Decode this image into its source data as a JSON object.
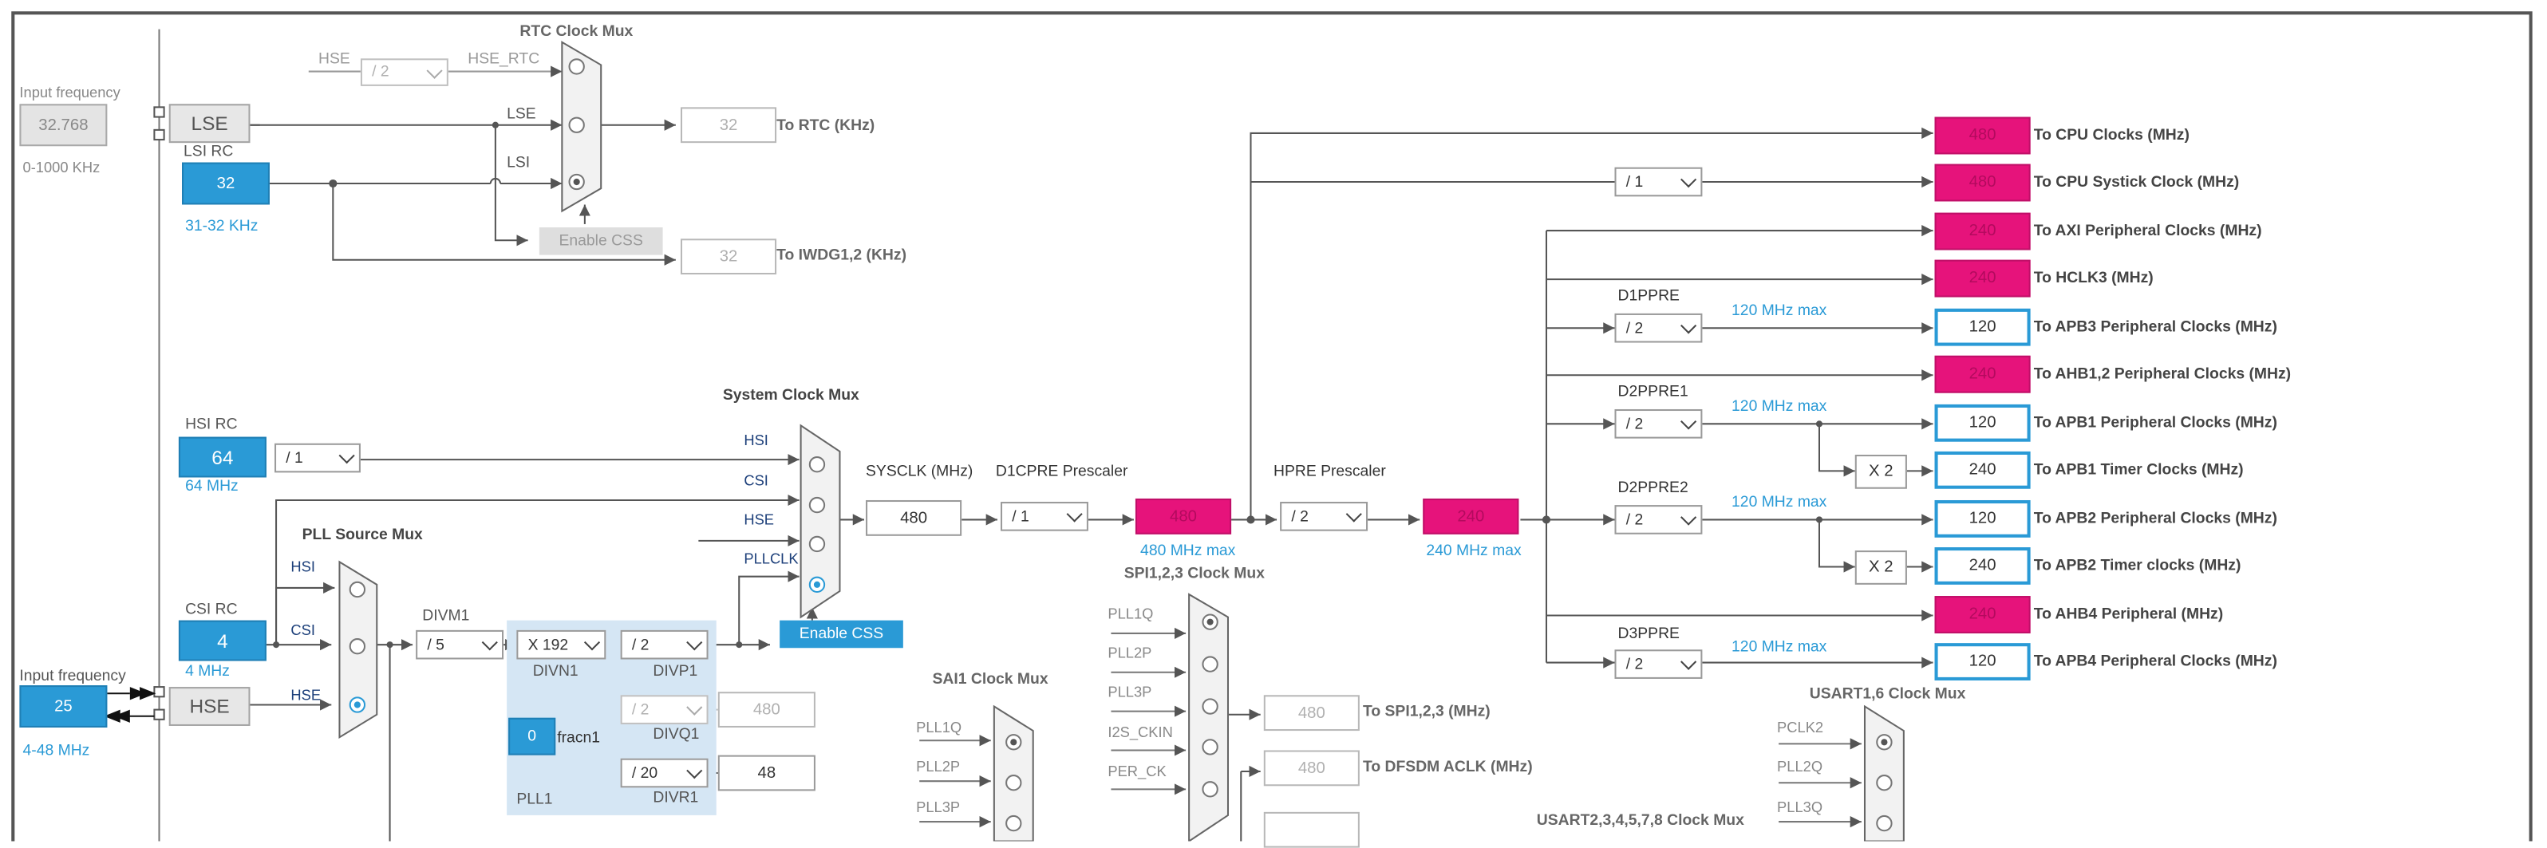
{
  "rtc": {
    "mux_title": "RTC Clock Mux",
    "hse_label": "HSE",
    "hse_div": "/ 2",
    "hse_rtc_label": "HSE_RTC",
    "lse_label": "LSE",
    "lsi_label": "LSI",
    "out_value": "32",
    "out_label": "To RTC (KHz)",
    "iwdg_value": "32",
    "iwdg_label": "To IWDG1,2 (KHz)",
    "enable_css": "Enable CSS"
  },
  "lse": {
    "input_freq_label": "Input frequency",
    "value": "32.768",
    "box": "LSE",
    "range": "0-1000 KHz"
  },
  "lsi": {
    "title": "LSI RC",
    "value": "32",
    "range": "31-32 KHz"
  },
  "hsi": {
    "title": "HSI RC",
    "value": "64",
    "div": "/ 1",
    "range": "64 MHz"
  },
  "csi": {
    "title": "CSI RC",
    "value": "4",
    "range": "4 MHz"
  },
  "hse": {
    "input_freq_label": "Input frequency",
    "value": "25",
    "box": "HSE",
    "range": "4-48 MHz"
  },
  "pll_source_mux": {
    "title": "PLL Source Mux",
    "in_hsi": "HSI",
    "in_csi": "CSI",
    "in_hse": "HSE"
  },
  "pll1": {
    "divm1_label": "DIVM1",
    "divm1": "/ 5",
    "divn1": "X 192",
    "divn1_label": "DIVN1",
    "divp1": "/ 2",
    "divp1_label": "DIVP1",
    "divq1": "/ 2",
    "divq1_label": "DIVQ1",
    "divq1_out": "480",
    "divr1": "/ 20",
    "divr1_label": "DIVR1",
    "divr1_out": "48",
    "fracn1_value": "0",
    "fracn1_label": "fracn1",
    "label": "PLL1"
  },
  "system_mux": {
    "title": "System Clock Mux",
    "in_hsi": "HSI",
    "in_csi": "CSI",
    "in_hse": "HSE",
    "in_pllclk": "PLLCLK",
    "enable_css": "Enable CSS"
  },
  "sysclk": {
    "label": "SYSCLK (MHz)",
    "value": "480",
    "d1cpre_label": "D1CPRE Prescaler",
    "d1cpre": "/ 1",
    "cpu_value": "480",
    "cpu_max": "480 MHz max",
    "hpre_label": "HPRE Prescaler",
    "hpre": "/ 2",
    "ahb_value": "240",
    "ahb_max": "240 MHz max",
    "systick_div": "/ 1"
  },
  "prescalers": {
    "d1ppre_label": "D1PPRE",
    "d1ppre": "/ 2",
    "d1ppre_max": "120 MHz max",
    "d2ppre1_label": "D2PPRE1",
    "d2ppre1": "/ 2",
    "d2ppre1_max": "120 MHz max",
    "d2ppre2_label": "D2PPRE2",
    "d2ppre2": "/ 2",
    "d2ppre2_max": "120 MHz max",
    "d3ppre_label": "D3PPRE",
    "d3ppre": "/ 2",
    "d3ppre_max": "120 MHz max",
    "x2": "X 2"
  },
  "outputs": [
    {
      "value": "480",
      "label": "To CPU Clocks (MHz)",
      "style": "pink"
    },
    {
      "value": "480",
      "label": "To CPU Systick Clock (MHz)",
      "style": "pink"
    },
    {
      "value": "240",
      "label": "To AXI Peripheral Clocks (MHz)",
      "style": "pink"
    },
    {
      "value": "240",
      "label": "To HCLK3 (MHz)",
      "style": "pink"
    },
    {
      "value": "120",
      "label": "To APB3 Peripheral Clocks (MHz)",
      "style": "blue"
    },
    {
      "value": "240",
      "label": "To AHB1,2 Peripheral Clocks (MHz)",
      "style": "pink"
    },
    {
      "value": "120",
      "label": "To APB1 Peripheral Clocks (MHz)",
      "style": "blue"
    },
    {
      "value": "240",
      "label": "To APB1 Timer Clocks (MHz)",
      "style": "blue"
    },
    {
      "value": "120",
      "label": "To APB2 Peripheral Clocks (MHz)",
      "style": "blue"
    },
    {
      "value": "240",
      "label": "To APB2 Timer clocks (MHz)",
      "style": "blue"
    },
    {
      "value": "240",
      "label": "To AHB4 Peripheral (MHz)",
      "style": "pink"
    },
    {
      "value": "120",
      "label": "To APB4 Peripheral Clocks (MHz)",
      "style": "blue"
    }
  ],
  "spi_mux": {
    "title": "SPI1,2,3 Clock Mux",
    "in1": "PLL1Q",
    "in2": "PLL2P",
    "in3": "PLL3P",
    "in4": "I2S_CKIN",
    "in5": "PER_CK",
    "spi_value": "480",
    "spi_label": "To SPI1,2,3 (MHz)",
    "dfsdm_value": "480",
    "dfsdm_label": "To DFSDM ACLK (MHz)"
  },
  "sai_mux": {
    "title": "SAI1 Clock Mux",
    "in1": "PLL1Q",
    "in2": "PLL2P",
    "in3": "PLL3P"
  },
  "usart16_mux": {
    "title": "USART1,6 Clock Mux",
    "in1": "PCLK2",
    "in2": "PLL2Q",
    "in3": "PLL3Q"
  },
  "usart_other_title": "USART2,3,4,5,7,8 Clock Mux"
}
